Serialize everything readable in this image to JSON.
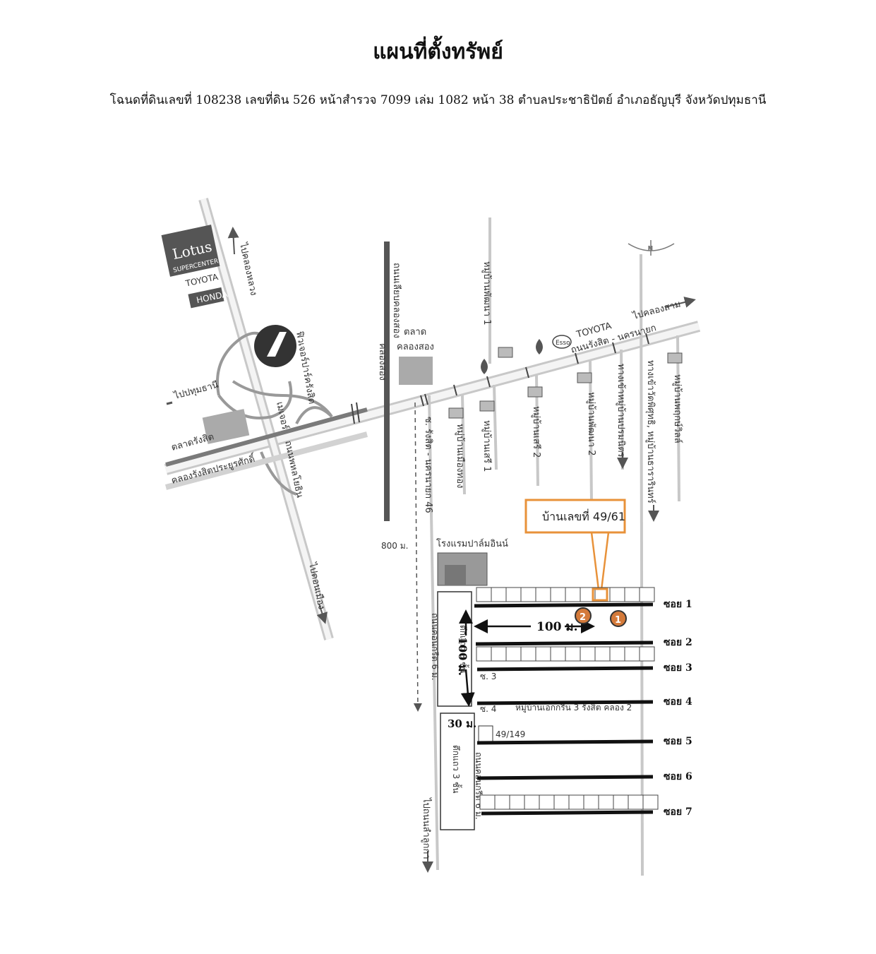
{
  "title": "แผนที่ตั้งทรัพย์",
  "subtitle": "โฉนดที่ดินเลขที่  108238 เลขที่ดิน 526 หน้าสำรวจ 7099 เล่ม 1082 หน้า 38 ตำบลประชาธิปัตย์ อำเภอธัญบุรี จังหวัดปทุมธานี",
  "landmarks": {
    "lotus": "Lotus",
    "supercenter": "SUPERCENTER",
    "toyota_left": "TOYOTA",
    "honda": "HONDA",
    "future_park": "ฟิวเจอร์ปาร์ครังสิต",
    "market_rangsit": "ตลาดรังสิต",
    "klong_rangsit": "คลองรังสิตประยูรศักดิ์",
    "to_pathum": "ไปปทุมธานี",
    "to_klong_luang": "ไปคลองหลวง",
    "to_don_mueang": "ไปดอนเมือง",
    "phahon_road": "ถนนพหลโยธิน",
    "mengjai": "เมเจอร์",
    "klong_song_road": "ถนนเลียบคลองสอง",
    "klong_song_canal": "คลองสอง",
    "market_klong_song": "ตลาดคลองสอง",
    "market_word": "ตลาด",
    "market_place": "คลองสอง",
    "rangsit_nakhonnayok_road": "ถนนรังสิต - นครนายก",
    "to_klong_sam": "ไปคลองสาม",
    "esso": "Esso",
    "toyota_right": "TOYOTA",
    "soi_46": "ซ. รังสิต - นครนายก 46",
    "village_1": "หมู่บ้านเมืองทอง",
    "village_2": "หมู่บ้านเสรี 1",
    "village_3": "หมู่บ้านเสรี 2",
    "village_4": "หมู่บ้านพัฒนา 1",
    "village_5": "หมู่บ้านพัฒนา 2",
    "village_6": "ทางเข้าหมู่บ้านปรมนิตร",
    "village_7": "ทางเข้าวัดพิศุทธิ, หมู่บ้านธารารินทร์",
    "village_8": "หมู่บ้านพฤกษ์วิลล์",
    "distance_800": "800 ม.",
    "hotel": "โรงแรมปาล์มอินน์",
    "callout": "บ้านเลขที่ 49/61",
    "dist_100_h": "100 ม.",
    "dist_100_v": "100 ม.",
    "dist_30": "30 ม.",
    "shophouse_1": "ตึกแถว 3 ชั้น",
    "shophouse_2": "ตึกแถว 3 ชั้น",
    "concrete_road_1": "ถนนคอนกรีต 6 ม.",
    "concrete_road_2": "ถนนคอนกรีต 6 ม.",
    "soi_3_short": "ซ. 3",
    "soi_4_short": "ซ. 4",
    "village_ekarin": "หมู่บ้านเอกกรีน 3 รังสิต คลอง 2",
    "house_49_149": "49/149",
    "to_lam_luk_ka": "ไปถนนลำลูกกา",
    "marker_1": "1",
    "marker_2": "2",
    "north": "N"
  },
  "sois": [
    "ซอย 1",
    "ซอย 2",
    "ซอย 3",
    "ซอย 4",
    "ซอย 5",
    "ซอย 6",
    "ซอย 7"
  ],
  "colors": {
    "callout": "#e8923a",
    "road": "#bdbdbd",
    "soi_line": "#111111"
  }
}
